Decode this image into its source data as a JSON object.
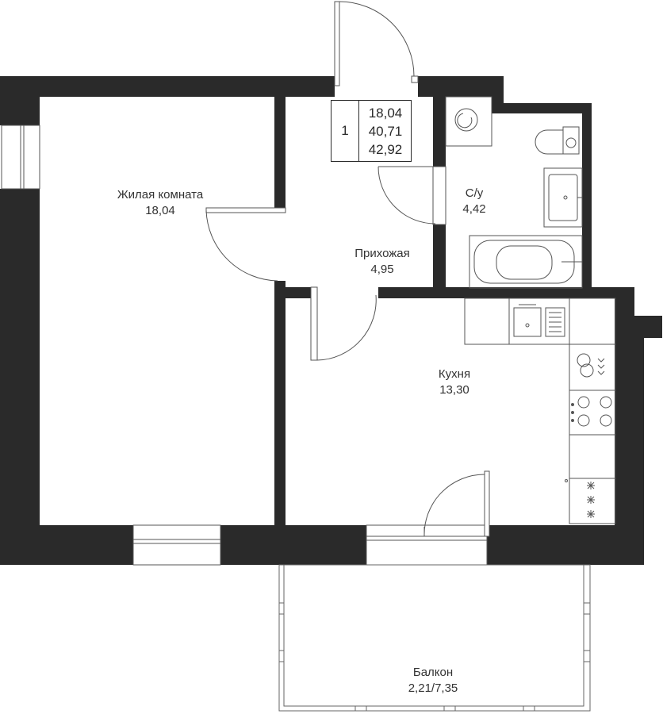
{
  "colors": {
    "wall": "#2a2a2a",
    "line": "#555555",
    "background": "#ffffff"
  },
  "summary": {
    "rooms": "1",
    "living_area": "18,04",
    "total_area": "40,71",
    "total_with_balcony": "42,92"
  },
  "rooms": {
    "living": {
      "name": "Жилая комната",
      "area": "18,04"
    },
    "hallway": {
      "name": "Прихожая",
      "area": "4,95"
    },
    "bathroom": {
      "name": "С/у",
      "area": "4,42"
    },
    "kitchen": {
      "name": "Кухня",
      "area": "13,30"
    },
    "balcony": {
      "name": "Балкон",
      "area": "2,21/7,35"
    }
  }
}
